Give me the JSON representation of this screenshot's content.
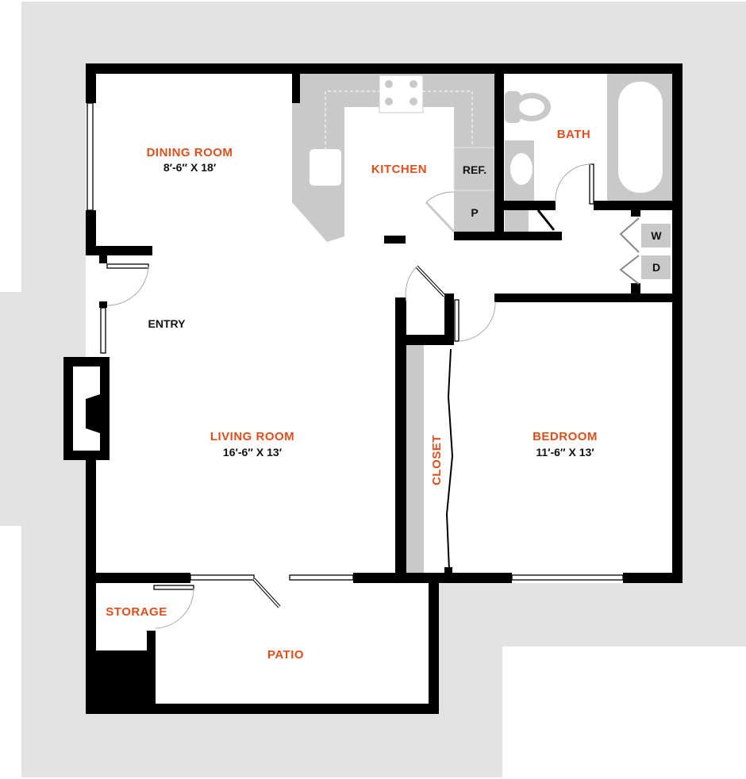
{
  "rooms": {
    "dining": {
      "name": "DINING ROOM",
      "size": "8′-6″ X 18′"
    },
    "kitchen": {
      "name": "KITCHEN",
      "ref": "REF.",
      "pantry": "P"
    },
    "bath": {
      "name": "BATH"
    },
    "laundry": {
      "washer": "W",
      "dryer": "D"
    },
    "entry": {
      "name": "ENTRY"
    },
    "living": {
      "name": "LIVING ROOM",
      "size": "16′-6″ X 13′"
    },
    "closet": {
      "name": "CLOSET"
    },
    "bedroom": {
      "name": "BEDROOM",
      "size": "11′-6″ X 13′"
    },
    "storage": {
      "name": "STORAGE"
    },
    "patio": {
      "name": "PATIO"
    }
  },
  "colors": {
    "label": "#e04e1b",
    "site": "#e3e3e3",
    "fixture": "#c9c9c9",
    "wall": "#000000"
  }
}
